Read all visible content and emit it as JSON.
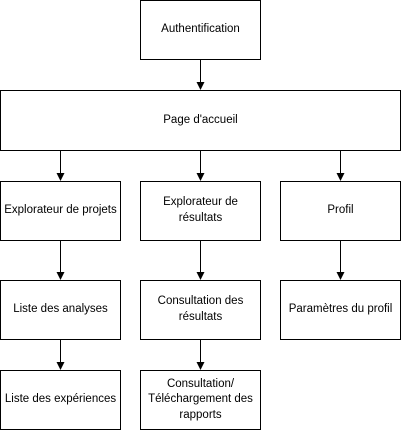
{
  "nodes": {
    "auth": "Authentification",
    "home": "Page d'accueil",
    "projects": "Explorateur de projets",
    "results": "Explorateur de résultats",
    "profile": "Profil",
    "analyses": "Liste des analyses",
    "results_view": "Consultation des résultats",
    "profile_settings": "Paramètres du profil",
    "experiments": "Liste des expériences",
    "reports": "Consultation/ Téléchargement des rapports"
  },
  "edges": [
    [
      "auth",
      "home"
    ],
    [
      "home",
      "projects"
    ],
    [
      "home",
      "results"
    ],
    [
      "home",
      "profile"
    ],
    [
      "projects",
      "analyses"
    ],
    [
      "results",
      "results_view"
    ],
    [
      "profile",
      "profile_settings"
    ],
    [
      "analyses",
      "experiments"
    ],
    [
      "results_view",
      "reports"
    ]
  ],
  "colors": {
    "stroke": "#000000",
    "fill": "#ffffff",
    "text": "#000000"
  }
}
